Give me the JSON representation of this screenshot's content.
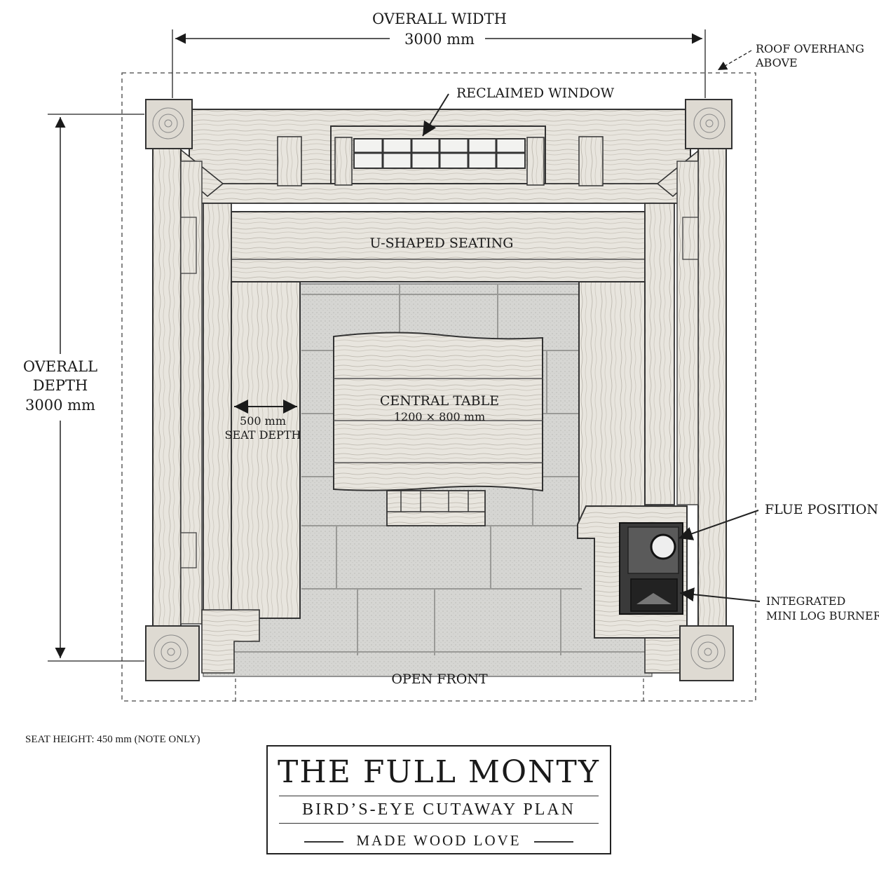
{
  "dimensions": {
    "width_label": "OVERALL WIDTH",
    "width_value": "3000 mm",
    "depth_label_line1": "OVERALL",
    "depth_label_line2": "DEPTH",
    "depth_value": "3000 mm"
  },
  "callouts": {
    "roof_overhang_line1": "ROOF OVERHANG",
    "roof_overhang_line2": "ABOVE",
    "reclaimed_window": "RECLAIMED WINDOW",
    "u_seating": "U-SHAPED SEATING",
    "seat_depth_value": "500 mm",
    "seat_depth_label": "SEAT DEPTH",
    "table_label": "CENTRAL TABLE",
    "table_size": "1200 × 800 mm",
    "flue_position": "FLUE POSITION",
    "burner_line1": "INTEGRATED",
    "burner_line2": "MINI LOG BURNER",
    "open_front": "OPEN FRONT"
  },
  "note": "SEAT HEIGHT: 450 mm (NOTE ONLY)",
  "title_block": {
    "title": "THE FULL MONTY",
    "subtitle": "BIRD’S-EYE CUTAWAY PLAN",
    "maker": "MADE WOOD LOVE"
  },
  "colors": {
    "ink": "#1a1a1a",
    "timber": "#e6e3dc",
    "timber_dark": "#bdb8ae",
    "stone": "#d2d2d0",
    "stone_dark": "#a9a9a6"
  }
}
